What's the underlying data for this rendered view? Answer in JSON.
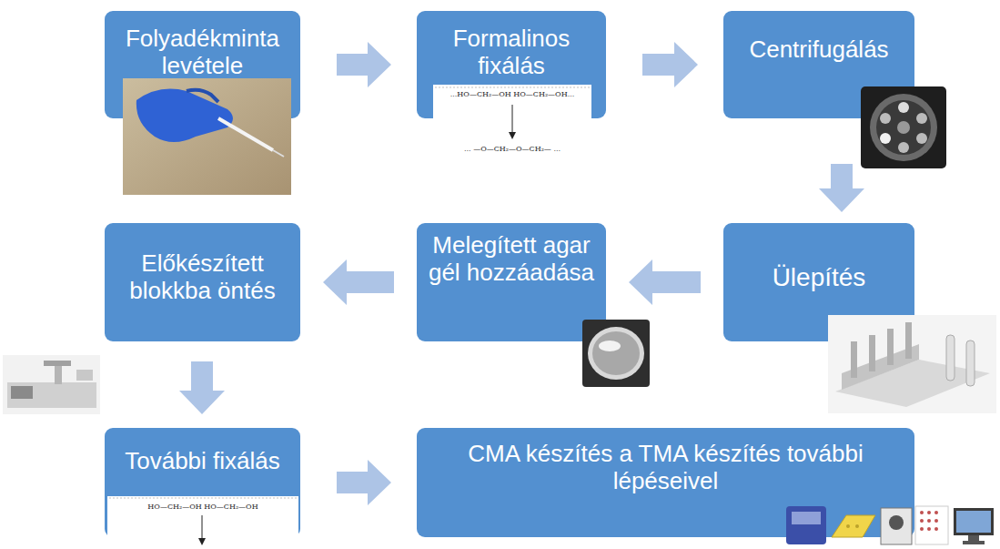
{
  "diagram": {
    "nodes": [
      {
        "text": [
          "Folyadékminta levétele"
        ]
      },
      {
        "text": [
          "Formalinos fixálás"
        ]
      },
      {
        "text": [
          "Centrifugálás"
        ]
      },
      {
        "text": [
          "Ülepítés"
        ]
      },
      {
        "text": [
          "Melegített agar gél hozzáadása"
        ]
      },
      {
        "text": [
          "Előkészített blokkba öntés"
        ]
      },
      {
        "text": [
          "További fixálás"
        ]
      },
      {
        "text": [
          "CMA készítés a TMA készítés további lépéseivel"
        ]
      }
    ],
    "edges": [
      {
        "from": 0,
        "to": 1,
        "arrow": "to"
      },
      {
        "from": 1,
        "to": 2,
        "arrow": "to"
      },
      {
        "from": 2,
        "to": 3,
        "arrow": "to"
      },
      {
        "from": 3,
        "to": 4,
        "arrow": "to"
      },
      {
        "from": 4,
        "to": 5,
        "arrow": "to"
      },
      {
        "from": 5,
        "to": 6,
        "arrow": "to"
      },
      {
        "from": 6,
        "to": 7,
        "arrow": "to"
      }
    ],
    "labels": [
      "...HO—CH₂—OH HO—CH₂—OH...",
      "... —O—CH₂—O—CH₂— ...",
      "HO—CH₂—OH HO—CH₂—OH"
    ]
  }
}
